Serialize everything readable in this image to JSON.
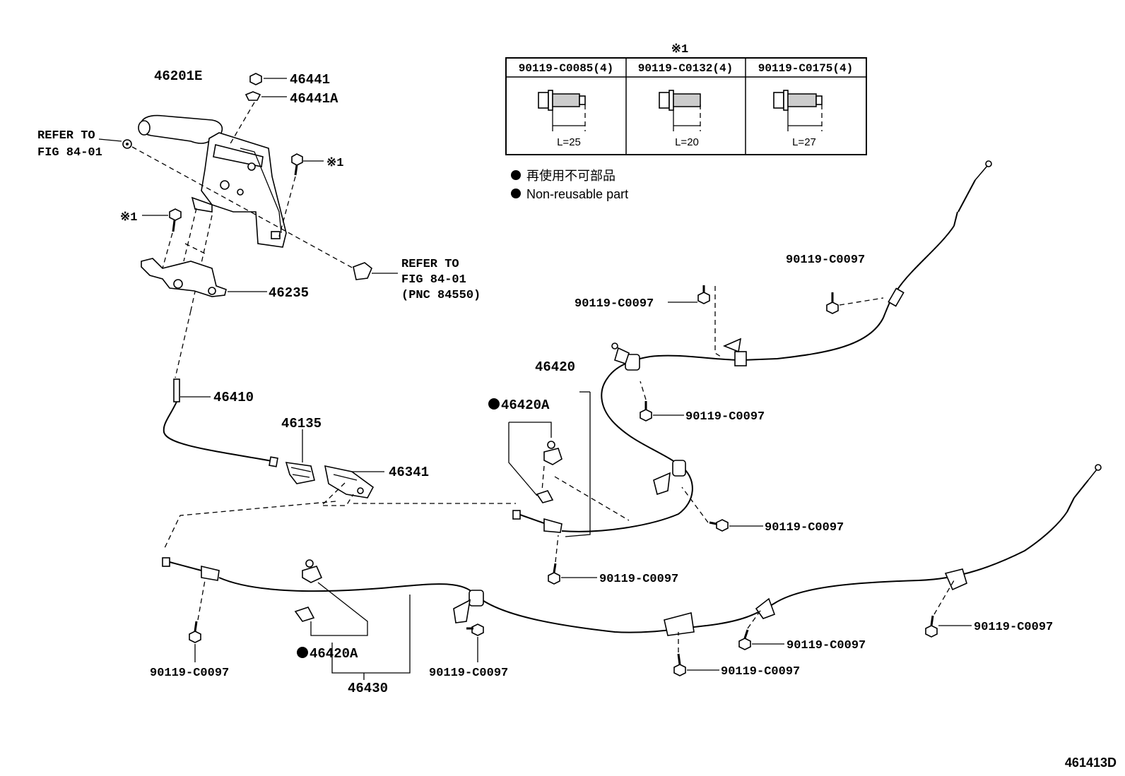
{
  "diagram_id": "461413D",
  "labels": {
    "lever": "46201E",
    "p46441": "46441",
    "p46441a": "46441A",
    "refer1_line1": "REFER TO",
    "refer1_line2": "FIG 84-01",
    "mark_1a": "※1",
    "mark_1b": "※1",
    "p46235": "46235",
    "refer2_line1": "REFER TO",
    "refer2_line2": "FIG 84-01",
    "refer2_line3": "(PNC 84550)",
    "p46410": "46410",
    "p46135": "46135",
    "p46341": "46341",
    "p46420": "46420",
    "p46420a_top": "46420A",
    "p46420a_bottom": "46420A",
    "p46430": "46430",
    "bolt_label": "90119-C0097"
  },
  "bolt_table": {
    "title": "※1",
    "columns": [
      {
        "part": "90119-C0085(4)",
        "length": "L=25"
      },
      {
        "part": "90119-C0132(4)",
        "length": "L=20"
      },
      {
        "part": "90119-C0175(4)",
        "length": "L=27"
      }
    ]
  },
  "legend": {
    "jp": "再使用不可部品",
    "en": "Non-reusable part"
  }
}
